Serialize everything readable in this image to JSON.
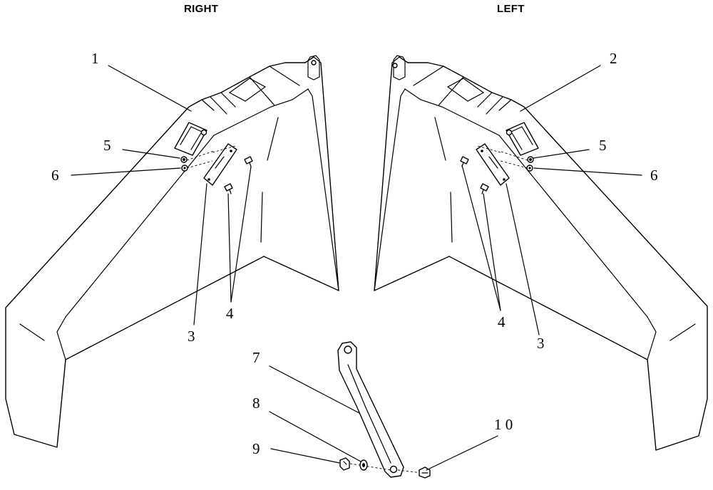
{
  "headings": {
    "right": "RIGHT",
    "left": "LEFT"
  },
  "callouts": {
    "c1": "1",
    "c2": "2",
    "c3r": "3",
    "c3l": "3",
    "c4r": "4",
    "c4l": "4",
    "c5r": "5",
    "c5l": "5",
    "c6r": "6",
    "c6l": "6",
    "c7": "7",
    "c8": "8",
    "c9": "9",
    "c10": "1 0"
  }
}
